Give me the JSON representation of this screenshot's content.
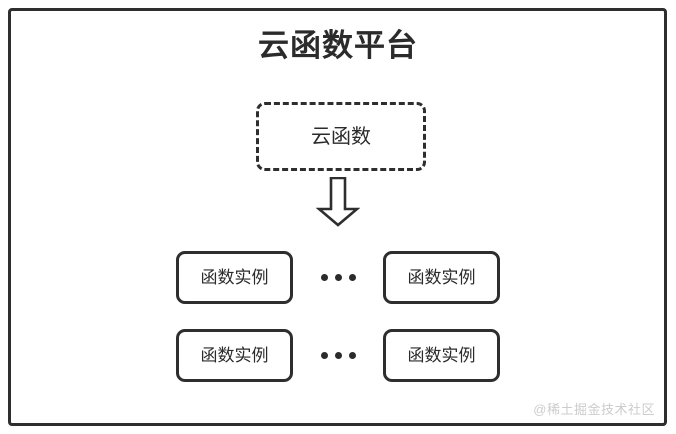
{
  "diagram": {
    "title": "云函数平台",
    "cloud_function": {
      "label": "云函数",
      "style": "dashed"
    },
    "arrow": {
      "name": "down-block-arrow",
      "direction": "down"
    },
    "instance_rows": [
      {
        "left": {
          "label": "函数实例"
        },
        "separator": "…",
        "right": {
          "label": "函数实例"
        }
      },
      {
        "left": {
          "label": "函数实例"
        },
        "separator": "…",
        "right": {
          "label": "函数实例"
        }
      }
    ],
    "watermark": "@稀土掘金技术社区",
    "colors": {
      "stroke": "#2e2e2e",
      "text": "#2b2b2b",
      "background": "#ffffff",
      "watermark": "#cccccc"
    }
  }
}
